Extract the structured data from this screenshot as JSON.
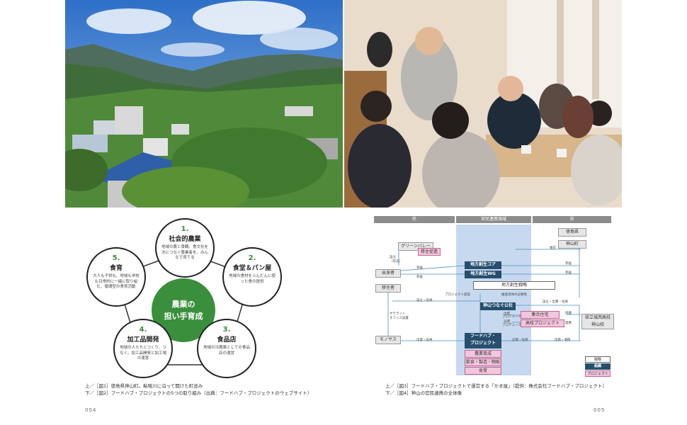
{
  "cycle": {
    "center": "農業の\n担い手育成",
    "nodes": [
      {
        "num": "1.",
        "title": "社会的農業",
        "desc": "地域の農と景観、食文化を次につなぐ農業者を、みんなで育てる"
      },
      {
        "num": "2.",
        "title": "食堂＆パン屋",
        "desc": "地域の食材をふんだんに使った食の提供"
      },
      {
        "num": "3.",
        "title": "食品店",
        "desc": "地域の冷蔵庫としての食品店の運営"
      },
      {
        "num": "4.",
        "title": "加工品開発",
        "desc": "地域の人たちとつくり、つなぐ。加工品開発と加工場の運営"
      },
      {
        "num": "5.",
        "title": "食育",
        "desc": "大人も子供も、地域も学校も日常的に一緒に取り組む、循環型の食育活動"
      }
    ]
  },
  "captions": {
    "left_1": "上／［図1］徳島県神山町。鮎喰川に沿って開けた町並み",
    "left_2": "下／［図2］フードハブ・プロジェクトの5つの取り組み（出典：フードハブ・プロジェクトのウェブサイト）",
    "right_1": "上／［図3］フードハブ・プロジェクトで運営する「かま屋」（提供：株式会社フードハブ・プロジェクト）",
    "right_2": "下／［図4］神山の官民連携の全体像"
  },
  "pages": {
    "left": "004",
    "right": "005"
  },
  "org": {
    "bands": {
      "min": "民",
      "kanmin": "官民連携領域",
      "kan": "官"
    },
    "boxes": {
      "tokushima": "徳島県",
      "kamiyama": "神山町",
      "green_valley": "グリーンバレー",
      "iju": "移住促進",
      "shusshin": "出身者",
      "ijusha": "移住者",
      "core": "地方創生コア",
      "wg": "地方創生WG",
      "senryaku": "地方創生戦略",
      "tsunagu": "神山つなぐ公社",
      "shugo": "集合住宅",
      "koko": "高校プロジェクト",
      "kenritsu": "県立城西高校\n神山校",
      "monosasu": "モノサス",
      "foodhub": "フードハブ・\nプロジェクト",
      "nougyo": "農業育成",
      "inshoku": "飲食・製造・物販",
      "shokuiku": "食育"
    },
    "labels": {
      "setsuritsu": "設立\n（有志）",
      "sanka1": "参画",
      "sanka2": "参画",
      "sanka3": "参画",
      "sanka4": "参画",
      "itaku": "委託",
      "setsuritsu_yakuin": "設立・役員",
      "setsuritsu_shusshi": "設立・出資・役員",
      "project_teian": "プロジェクト提案",
      "suishin": "推進母体の必要性",
      "satellite": "サテライト\nオフィス設置",
      "shusshi": "出資",
      "haken": "派遣",
      "producer1": "プロデュース",
      "producer2": "プロデュース",
      "shusshi_yakuin": "出資・役員",
      "shusshi_yakuin2": "出資・役員",
      "kyougi": "協議",
      "shusshi_renkei": "出資・連携",
      "renkei": "連携"
    },
    "legend": {
      "senryaku": "戦略",
      "soshiki": "組織",
      "project": "プロジェクト"
    }
  }
}
